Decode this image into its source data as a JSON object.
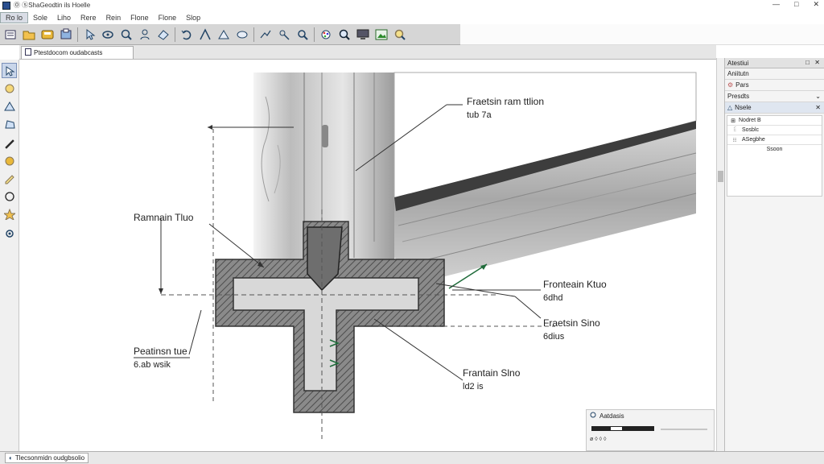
{
  "window": {
    "title": "Ⓞ ⑤ShaGeodtin ils Hoelle",
    "min_glyph": "—",
    "max_glyph": "□",
    "close_glyph": "✕"
  },
  "menu": [
    "Ro lo",
    "Sole",
    "Liho",
    "Rere",
    "Rein",
    "Flone",
    "Flone",
    "Slop"
  ],
  "toolbar": {
    "icons": [
      "new-file-icon",
      "open-folder-icon",
      "save-icon",
      "print-icon",
      "pointer-icon",
      "rotate-icon",
      "zoom-icon",
      "user-icon",
      "shape-icon",
      "undo-icon",
      "line-icon",
      "triangle-icon",
      "cloud-icon",
      "annotation-icon",
      "tools-icon",
      "search-icon",
      "palette-icon",
      "zoom-extents-icon",
      "monitor-icon",
      "image-icon",
      "find-icon"
    ]
  },
  "document_tab": {
    "label": "Ptestdocom oudabcasts"
  },
  "left_tools": [
    "select-tool-icon",
    "pan-tool-icon",
    "triangle-tool-icon",
    "polygon-tool-icon",
    "pen-tool-icon",
    "fill-tool-icon",
    "edit-tool-icon",
    "circle-tool-icon",
    "star-tool-icon",
    "settings-tool-icon"
  ],
  "drawing": {
    "labels": [
      {
        "line1": "Fraetsin ram ttlion",
        "line2": "tub 7a"
      },
      {
        "line1": "Ramnain Tluo",
        "line2": ""
      },
      {
        "line1": "Fronteain Ktuo",
        "line2": "6dhd"
      },
      {
        "line1": "Fraetsin Sino",
        "line2": "6dius"
      },
      {
        "line1": "Peatinsn tue",
        "line2": "6.ab wsik"
      },
      {
        "line1": "Frantain Slno",
        "line2": "ld2 is"
      }
    ]
  },
  "right_panel": {
    "header": "Atestiui",
    "rows": [
      "Aniitutn",
      "Pars",
      "Presdts",
      "Nsele"
    ],
    "tree": [
      "Nodret B",
      "Sosblc",
      "ASegbhe"
    ],
    "tree_footer": "Ssoon"
  },
  "nav_box": {
    "title": "Aatdasis"
  },
  "status": {
    "text": "Tlecsonmidn oudgbsolio"
  },
  "colors": {
    "accent": "#1f6b3a",
    "hatch": "#555555",
    "toolbar_bg": "#d6d6d6"
  }
}
